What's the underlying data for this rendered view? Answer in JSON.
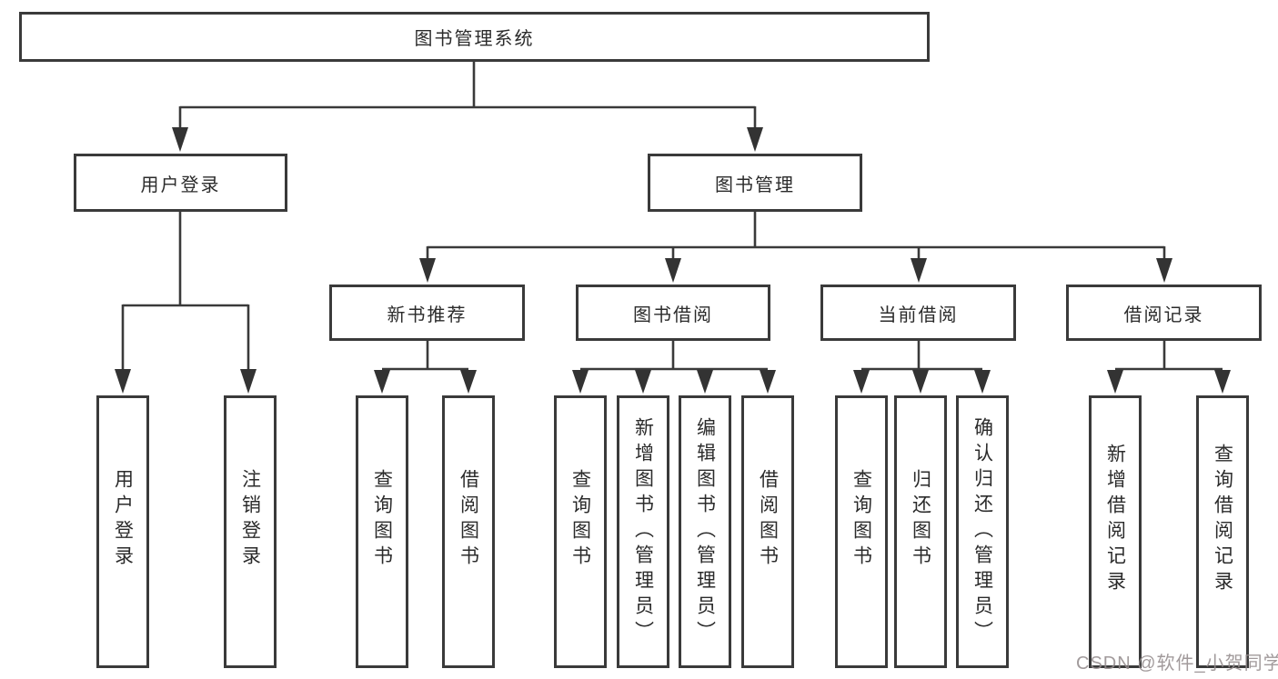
{
  "tree": {
    "root": {
      "label": "图书管理系统",
      "children": [
        {
          "label": "用户登录",
          "children": [
            {
              "label": "用户登录"
            },
            {
              "label": "注销登录"
            }
          ]
        },
        {
          "label": "图书管理",
          "children": [
            {
              "label": "新书推荐",
              "children": [
                {
                  "label": "查询图书"
                },
                {
                  "label": "借阅图书"
                }
              ]
            },
            {
              "label": "图书借阅",
              "children": [
                {
                  "label": "查询图书"
                },
                {
                  "label": "新增图书（管理员）"
                },
                {
                  "label": "编辑图书（管理员）"
                },
                {
                  "label": "借阅图书"
                }
              ]
            },
            {
              "label": "当前借阅",
              "children": [
                {
                  "label": "查询图书"
                },
                {
                  "label": "归还图书"
                },
                {
                  "label": "确认归还（管理员）"
                }
              ]
            },
            {
              "label": "借阅记录",
              "children": [
                {
                  "label": "新增借阅记录"
                },
                {
                  "label": "查询借阅记录"
                }
              ]
            }
          ]
        }
      ]
    }
  },
  "watermark": {
    "text": "CSDN @软件_小贺同学"
  },
  "colors": {
    "line": "#3a3a3a",
    "text": "#2b2b2b",
    "watermark": "#948c8d"
  }
}
